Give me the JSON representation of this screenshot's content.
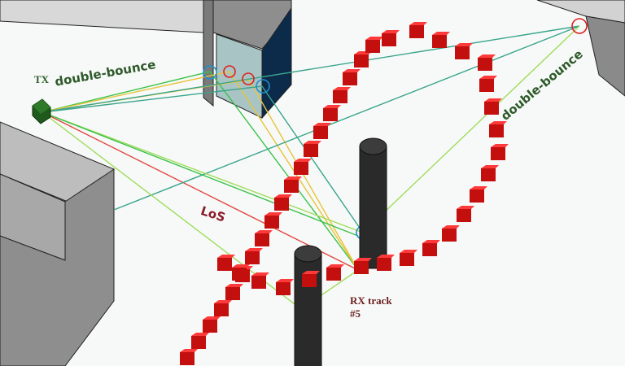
{
  "labels": {
    "tx": "TX",
    "double_bounce_left": "double-bounce",
    "double_bounce_right": "double-bounce",
    "los": "LoS",
    "rx_track_line1": "RX track",
    "rx_track_line2": "#5"
  },
  "colors": {
    "background": "#f7f9f8",
    "building_wall": "#8e8e8e",
    "building_roof": "#d2d2d2",
    "glass_panel": "#a9c4c4",
    "dark_panel": "#0c2a4a",
    "rx_marker": "#e01212",
    "tx_marker": "#1f5a1c",
    "ray_green": "#39c24a",
    "ray_light_green": "#9fdc5a",
    "ray_yellow": "#e8c43a",
    "ray_teal": "#3aa58c",
    "ray_red_los": "#e0453a",
    "circle_red": "#e02020",
    "circle_blue": "#1e90d0"
  }
}
